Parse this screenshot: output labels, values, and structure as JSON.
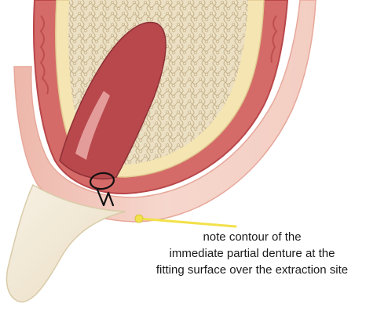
{
  "figure": {
    "caption_lines": [
      "note contour of the",
      "immediate partial denture at the",
      "fitting surface over the extraction site"
    ]
  },
  "colors": {
    "background": "#ffffff",
    "denture_base": "#f3cfc4",
    "denture_base_edge": "#e6a99a",
    "gingiva": "#d86d6a",
    "gingiva_dark": "#b9474a",
    "cortical_bone": "#f6e6b3",
    "cancellous_bone": "#e9dcc0",
    "trabecular_lines": "#c8b48d",
    "tooth_root": "#b8474c",
    "tooth_root_highlight": "#e7a3a3",
    "denture_tooth": "#f1e8d6",
    "pointer_line": "#f2e14b",
    "annotation_ink": "#111111"
  },
  "icons": {
    "pointer_dot": "yellow-dot-icon",
    "circle_marker": "hand-drawn-circle-icon"
  }
}
